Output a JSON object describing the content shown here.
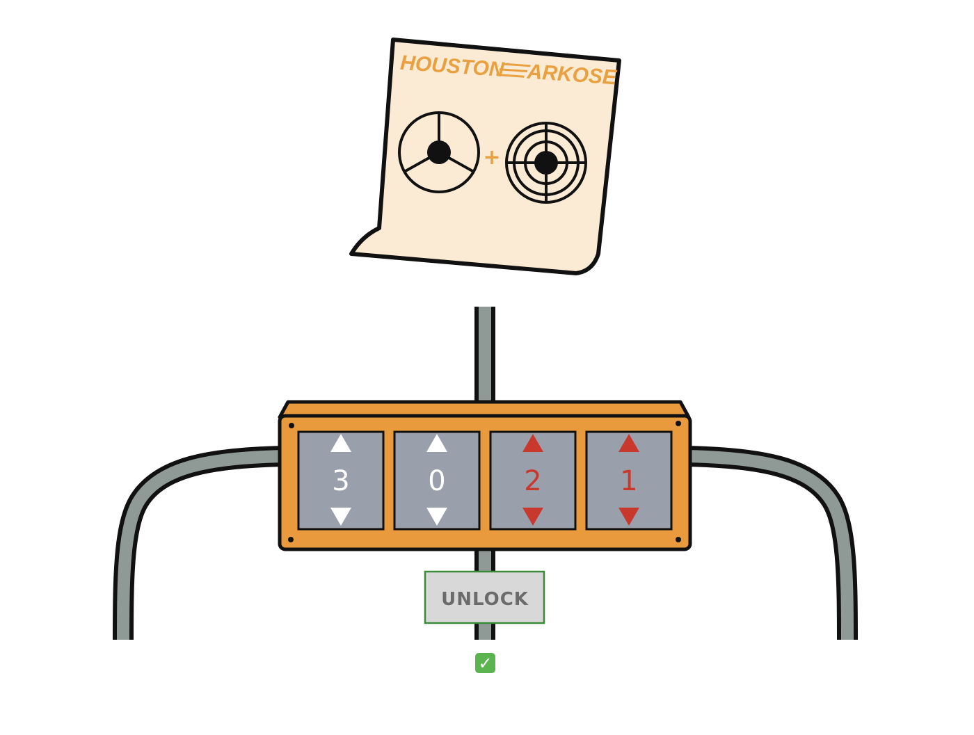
{
  "colors": {
    "note_bg": "#fbead4",
    "brand_orange": "#e8a040",
    "box_orange": "#e89a3c",
    "dial_bg": "#9aa0ab",
    "active_digit": "#ffffff",
    "hint_digit": "#c8382c",
    "pipe_fill": "#8f9a97",
    "button_bg": "#d8d8d8",
    "button_border": "#3a8a3a",
    "button_text": "#6b6b6b",
    "check_bg": "#5bb450"
  },
  "clue_note": {
    "brand_left": "HOUSTON",
    "brand_right": "ARKOSE",
    "plus": "+",
    "icons": [
      "three-spoke-wheel-icon",
      "target-crosshair-icon"
    ]
  },
  "lock": {
    "dials": [
      {
        "value": "3",
        "color_role": "active"
      },
      {
        "value": "0",
        "color_role": "active"
      },
      {
        "value": "2",
        "color_role": "hint"
      },
      {
        "value": "1",
        "color_role": "hint"
      }
    ]
  },
  "unlock_button": {
    "label": "UNLOCK"
  },
  "status": {
    "icon": "check-mark-icon",
    "symbol": "✓"
  }
}
